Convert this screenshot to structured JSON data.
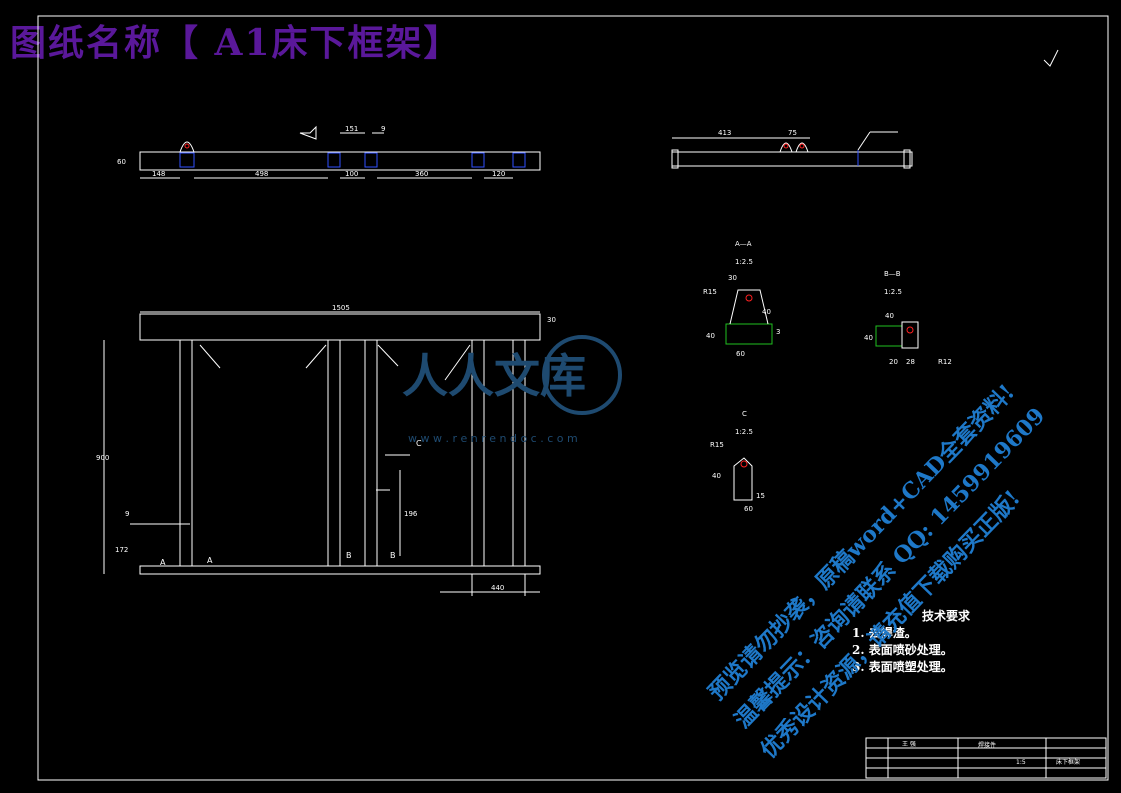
{
  "title": "图纸名称【 A1床下框架】",
  "views": {
    "top_dims": [
      "60",
      "148",
      "498",
      "151",
      "9",
      "100",
      "360",
      "120"
    ],
    "right_dims": [
      "413",
      "75"
    ],
    "front_dims": [
      "1505",
      "30",
      "900",
      "9",
      "172",
      "196",
      "440"
    ],
    "section_labels": {
      "aa_title": "A—A",
      "aa_scale": "1:2.5",
      "bb_title": "B—B",
      "bb_scale": "1:2.5",
      "c_title": "C",
      "c_scale": "1:2.5"
    },
    "aa_dims": [
      "30",
      "R15",
      "40",
      "40",
      "60",
      "3"
    ],
    "bb_dims": [
      "40",
      "40",
      "20",
      "28",
      "R12"
    ],
    "c_dims": [
      "R15",
      "40",
      "15",
      "60"
    ],
    "markers": [
      "C",
      "A",
      "A",
      "B",
      "B"
    ]
  },
  "tech_requirements": {
    "heading": "技术要求",
    "items": [
      "1. 去焊渣。",
      "2. 表面喷砂处理。",
      "3. 表面喷塑处理。"
    ]
  },
  "watermark": {
    "brand": "人人文库",
    "url": "w w w . r e n r e n d o c . c o m",
    "lines": [
      "预览请勿抄袭，原稿word+CAD全套资料!",
      "温馨提示：咨询请联系 QQ: 1459919609",
      "优秀设计资源，请充值下载购买正版!"
    ]
  },
  "title_block": {
    "name": "焊接件",
    "scale": "1:5",
    "part": "床下框架",
    "designer": "王 强"
  },
  "colors": {
    "line": "#ffffff",
    "accent": "#ff2020",
    "weld": "#3050ff",
    "title": "#5a189a",
    "hatch": "#20c020"
  }
}
